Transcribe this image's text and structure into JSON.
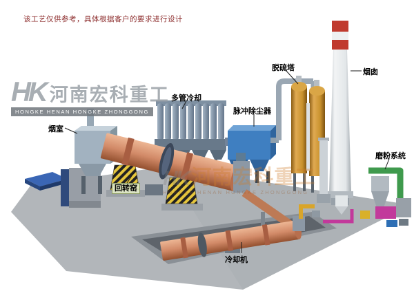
{
  "disclaimer": "该工艺仅供参考，具体根据客户的要求进行设计",
  "brand": {
    "logo": "HK",
    "name_cn": "河南宏科重工",
    "name_en": "HONGKE HENAN HONGKE ZHONGGONG"
  },
  "watermark": {
    "logo": "HK",
    "text_cn": "河南宏科重工",
    "caption": "HONGKE HENAN HONGKE ZHONGGONG"
  },
  "labels": {
    "smoke_chamber": "烟室",
    "rotary_kiln": "回转窑",
    "multi_tube_cooler": "多管冷却",
    "pulse_dust_collector": "脉冲除尘器",
    "desulfurization_tower": "脱硫塔",
    "chimney": "烟囱",
    "grinding_system": "磨粉系统",
    "cooling_machine": "冷却机"
  },
  "colors": {
    "kiln_shell": "#d28a68",
    "dust_collector_blue": "#3f7fc1",
    "tower_orange": "#c9922e",
    "chimney_red": "#c03a2e",
    "pipe_green": "#3f9a4d",
    "unit_magenta": "#c2399b",
    "hazard_yellow": "#e6c63c",
    "ground_gray": "#b2b6ba"
  }
}
